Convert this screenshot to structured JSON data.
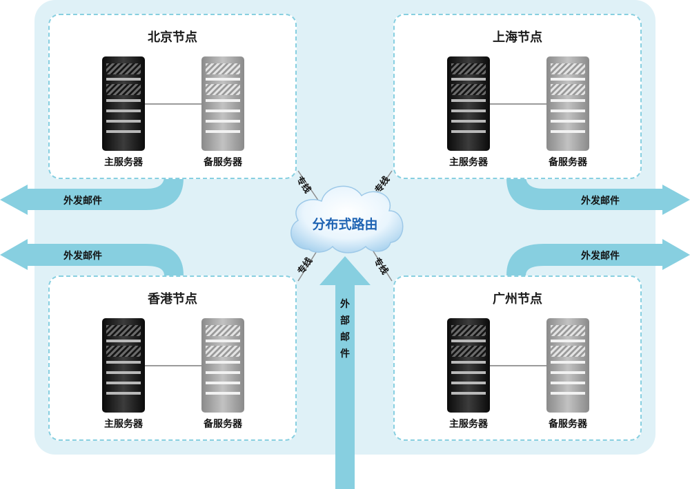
{
  "nodes": {
    "beijing": {
      "title": "北京节点"
    },
    "shanghai": {
      "title": "上海节点"
    },
    "hongkong": {
      "title": "香港节点"
    },
    "guangzhou": {
      "title": "广州节点"
    }
  },
  "server_labels": {
    "primary": "主服务器",
    "backup": "备服务器"
  },
  "hub": {
    "label": "分布式路由"
  },
  "links": {
    "dedicated_line": "专线"
  },
  "arrows": {
    "outgoing_mail": "外发邮件",
    "external_mail": "外部邮件"
  },
  "colors": {
    "panel": "#dff1f7",
    "arrow": "#87cfe0",
    "dashed_border": "#87cfe0",
    "hub_text": "#1e63b3"
  }
}
